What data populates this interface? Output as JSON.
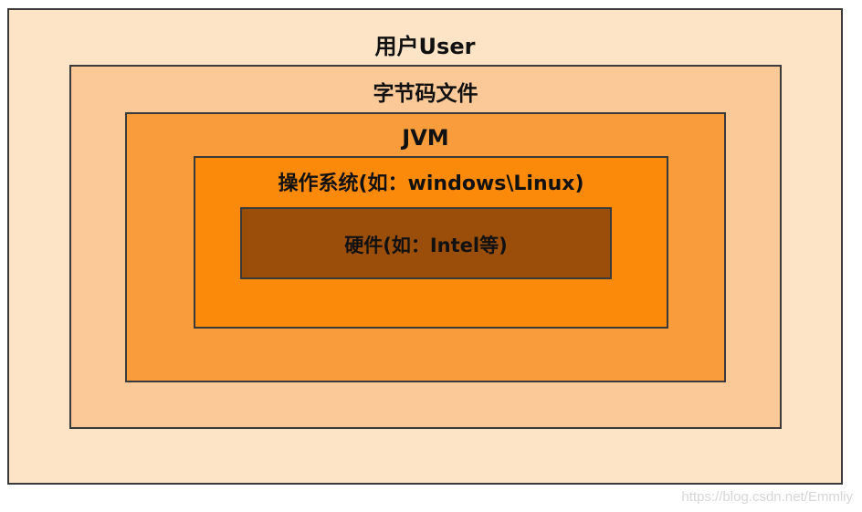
{
  "layers": {
    "user": "用户User",
    "bytecode": "字节码文件",
    "jvm": "JVM",
    "os": "操作系统(如：windows\\Linux)",
    "hardware": "硬件(如：Intel等)"
  },
  "watermark": "https://blog.csdn.net/Emmliy",
  "colors": {
    "user": "#fde4c6",
    "bytecode": "#fbc898",
    "jvm": "#f99c3c",
    "os": "#fb8a0a",
    "hardware": "#9b4e0a",
    "border": "#3a3a3a"
  }
}
